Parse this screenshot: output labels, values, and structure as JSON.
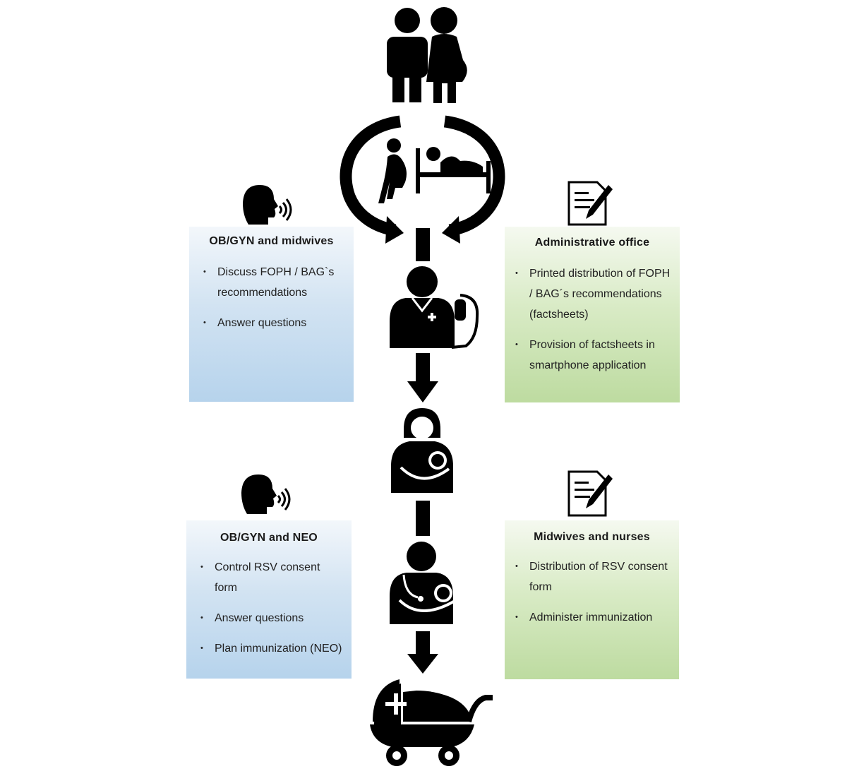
{
  "diagram": {
    "type": "care-pathway-flowchart",
    "colors": {
      "icon": "#000000",
      "blue_box": "#b6d3ec",
      "green_box": "#bddba0",
      "background": "#ffffff"
    },
    "flow_steps": [
      {
        "id": "parents",
        "icon": "expecting-parents-icon"
      },
      {
        "id": "admission",
        "icon": "pregnant-woman-and-hospital-bed-icon"
      },
      {
        "id": "prenatal-care",
        "icon": "doctor-with-ultrasound-icon"
      },
      {
        "id": "birth",
        "icon": "mother-holding-newborn-icon"
      },
      {
        "id": "neonatal-care",
        "icon": "physician-holding-newborn-icon"
      },
      {
        "id": "discharge",
        "icon": "medical-stroller-icon"
      }
    ],
    "boxes": {
      "obgyn_midwives": {
        "title": "OB/GYN and midwives",
        "channel_icon": "speaking-head-icon",
        "items": [
          "Discuss FOPH / BAG`s recommendations",
          "Answer questions"
        ]
      },
      "admin_office": {
        "title": "Administrative office",
        "channel_icon": "document-pen-icon",
        "items": [
          "Printed distribution of FOPH / BAG´s recommendations (factsheets)",
          "Provision of factsheets in smartphone application"
        ]
      },
      "obgyn_neo": {
        "title": "OB/GYN and NEO",
        "channel_icon": "speaking-head-icon",
        "items": [
          "Control RSV consent form",
          "Answer questions",
          "Plan immunization (NEO)"
        ]
      },
      "midwives_nurses": {
        "title": "Midwives and nurses",
        "channel_icon": "document-pen-icon",
        "items": [
          "Distribution of RSV consent form",
          "Administer immunization"
        ]
      }
    }
  }
}
